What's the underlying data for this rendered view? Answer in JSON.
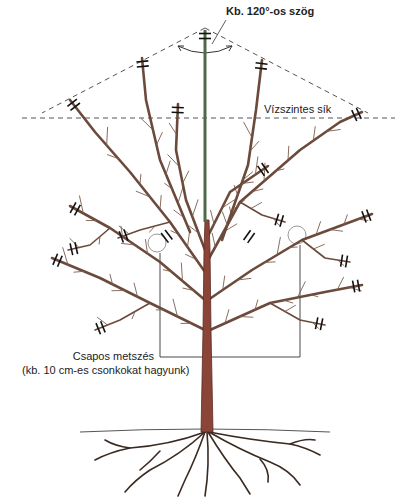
{
  "diagram": {
    "labels": [
      "Kb. 120°-os szög",
      "Vízszintes sík",
      "Csapos metszés",
      "(kb. 10 cm-es csonkokat hagyunk)"
    ]
  }
}
